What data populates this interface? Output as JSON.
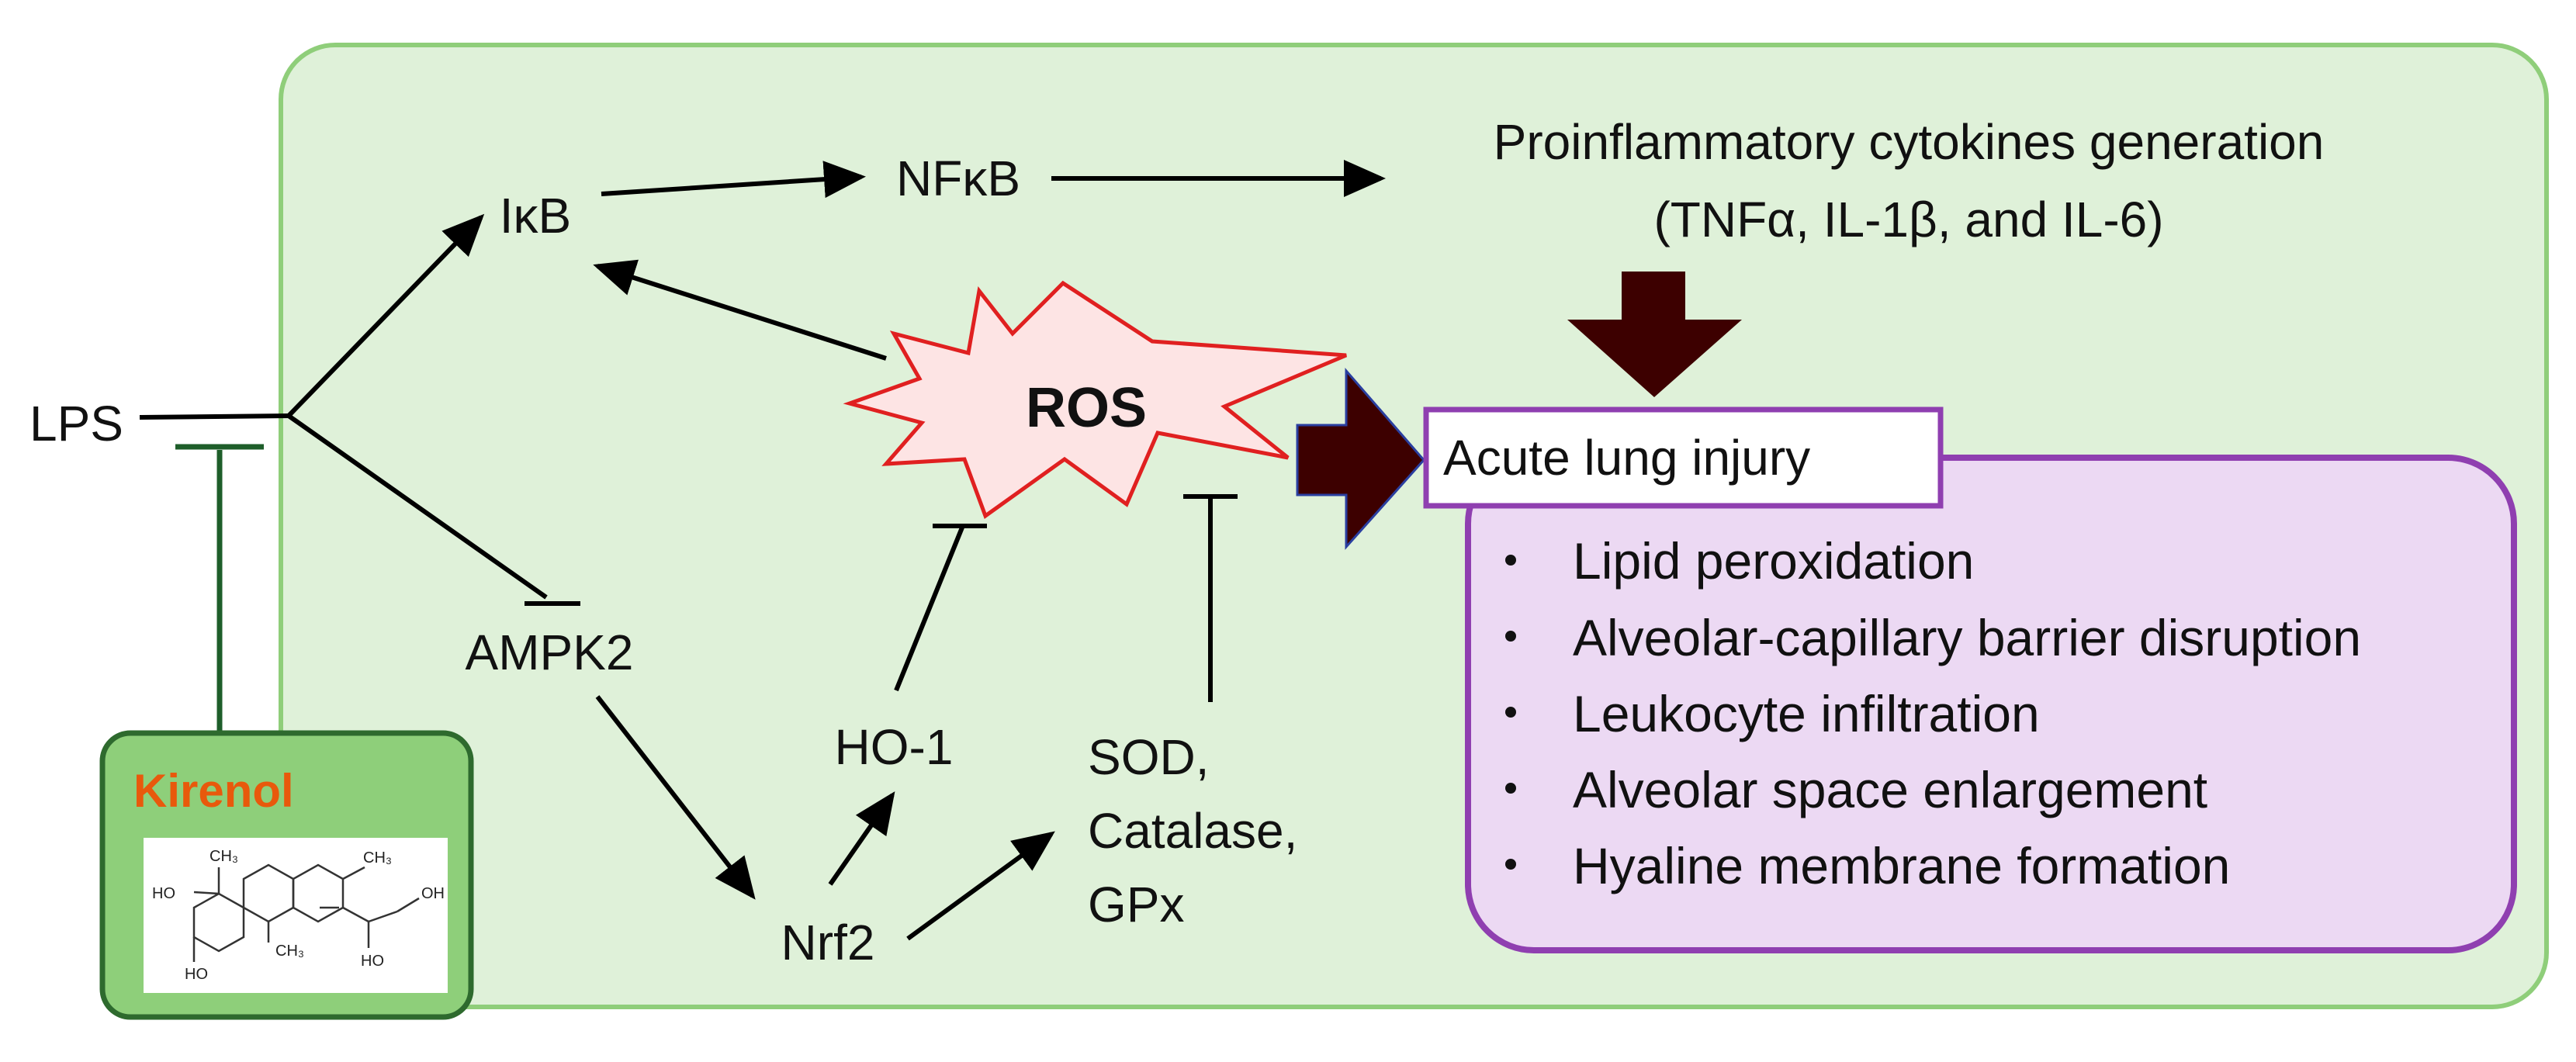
{
  "colors": {
    "outer_fill": "#dff1d9",
    "outer_stroke": "#8fce7a",
    "kirenol_fill": "#8ecf7a",
    "kirenol_stroke": "#2e6a2e",
    "kirenol_title": "#e8590c",
    "ros_fill": "#fde4e4",
    "ros_stroke": "#e02020",
    "big_arrow": "#3d0000",
    "purple": "#8f3fb0",
    "purple_fill": "#ecd9f3"
  },
  "nodes": {
    "lps": "LPS",
    "ikb": "IκB",
    "nfkb": "NFκB",
    "ampk2": "AMPK2",
    "nrf2": "Nrf2",
    "ho1": "HO-1",
    "antioxidants": [
      "SOD,",
      "Catalase,",
      "GPx"
    ],
    "ros": "ROS",
    "cytokines_line1": "Proinflammatory cytokines generation",
    "cytokines_line2": "(TNFα, IL-1β, and IL-6)"
  },
  "kirenol": {
    "title": "Kirenol",
    "structure_labels": [
      "CH₃",
      "CH₃",
      "CH₃",
      "HO",
      "HO",
      "HO",
      "OH"
    ]
  },
  "injury": {
    "title": "Acute lung injury",
    "items": [
      "Lipid peroxidation",
      "Alveolar-capillary barrier disruption",
      "Leukocyte infiltration",
      "Alveolar space enlargement",
      "Hyaline membrane formation"
    ]
  }
}
